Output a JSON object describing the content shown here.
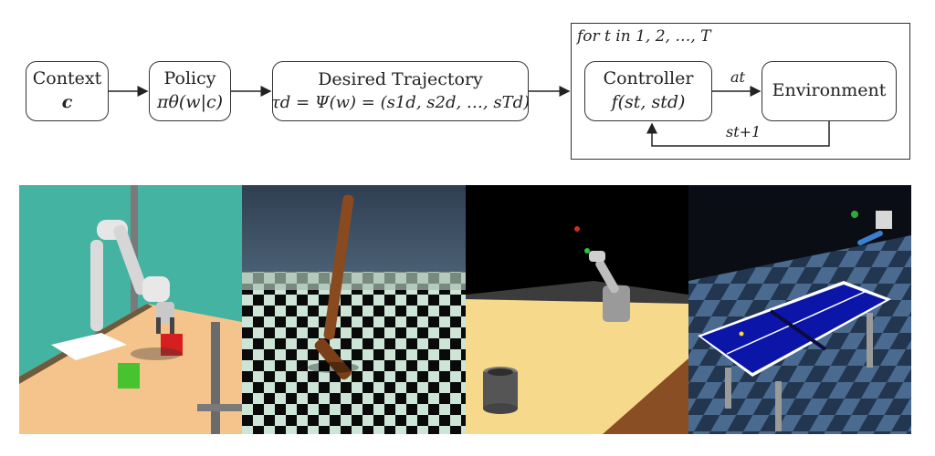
{
  "diagram": {
    "context": {
      "line1": "Context",
      "line2": "c"
    },
    "policy": {
      "line1": "Policy",
      "line2": "πθ(w|c)"
    },
    "trajectory": {
      "line1": "Desired Trajectory",
      "line2": "τd = Ψ(w) = (s1d, s2d, …, sTd)"
    },
    "controller": {
      "line1": "Controller",
      "line2": "f(st, std)"
    },
    "environment": {
      "label": "Environment"
    },
    "loop_label": "for t in 1, 2, …, T",
    "action_label": "at",
    "state_label": "st+1"
  },
  "panels": [
    {
      "name": "robot-arm-box-pushing",
      "background": "#44b3a1"
    },
    {
      "name": "hopper-checkerboard",
      "background": "#35475a"
    },
    {
      "name": "reacher-cup-table",
      "background": "#000000"
    },
    {
      "name": "table-tennis",
      "background": "#101820"
    }
  ]
}
